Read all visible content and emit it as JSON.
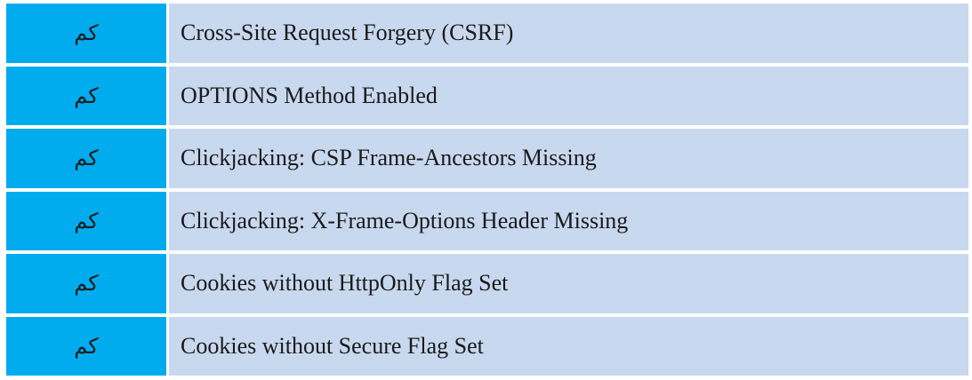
{
  "colors": {
    "page_bg": "#ffffff",
    "severity_cell_bg": "#00acee",
    "finding_cell_bg": "#c8d8ef",
    "text": "#1a1a1a"
  },
  "table": {
    "rows": [
      {
        "severity": "کم",
        "finding": "Cross-Site Request Forgery (CSRF)"
      },
      {
        "severity": "کم",
        "finding": "OPTIONS Method Enabled"
      },
      {
        "severity": "کم",
        "finding": "Clickjacking: CSP Frame-Ancestors Missing"
      },
      {
        "severity": "کم",
        "finding": "Clickjacking: X-Frame-Options Header Missing"
      },
      {
        "severity": "کم",
        "finding": "Cookies without HttpOnly Flag Set"
      },
      {
        "severity": "کم",
        "finding": "Cookies without Secure Flag Set"
      }
    ]
  }
}
